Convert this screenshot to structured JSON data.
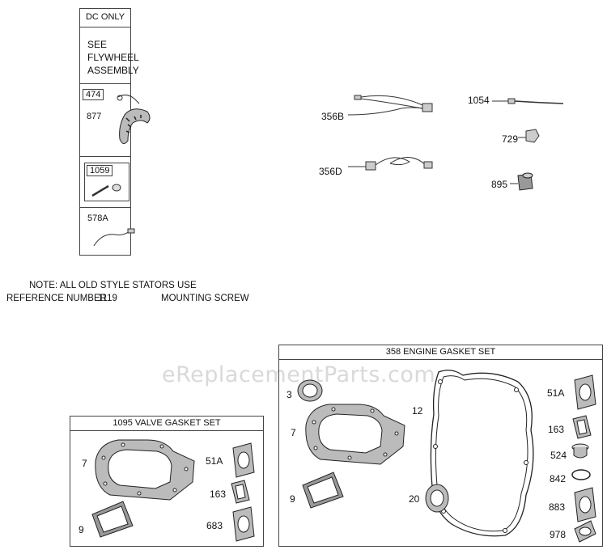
{
  "dc_box": {
    "header": "DC ONLY",
    "see_text": [
      "SEE",
      "FLYWHEEL",
      "ASSEMBLY"
    ],
    "part_474": "474",
    "part_877": "877",
    "part_1059": "1059",
    "part_578A": "578A"
  },
  "wires": {
    "p356B": "356B",
    "p356D": "356D",
    "p1054": "1054",
    "p729": "729",
    "p895": "895"
  },
  "note": {
    "line1": "NOTE: ALL OLD STYLE STATORS USE",
    "line2_a": "REFERENCE NUMBER",
    "line2_b": "1119",
    "line2_c": "MOUNTING SCREW"
  },
  "watermark": "eReplacementParts.com",
  "valve_set": {
    "title": "1095 VALVE GASKET SET",
    "labels": {
      "p7": "7",
      "p9": "9",
      "p51A": "51A",
      "p163": "163",
      "p683": "683"
    }
  },
  "engine_set": {
    "title": "358 ENGINE GASKET SET",
    "labels": {
      "p3": "3",
      "p7": "7",
      "p9": "9",
      "p12": "12",
      "p20": "20",
      "p51A": "51A",
      "p163": "163",
      "p524": "524",
      "p842": "842",
      "p883": "883",
      "p978": "978"
    }
  }
}
